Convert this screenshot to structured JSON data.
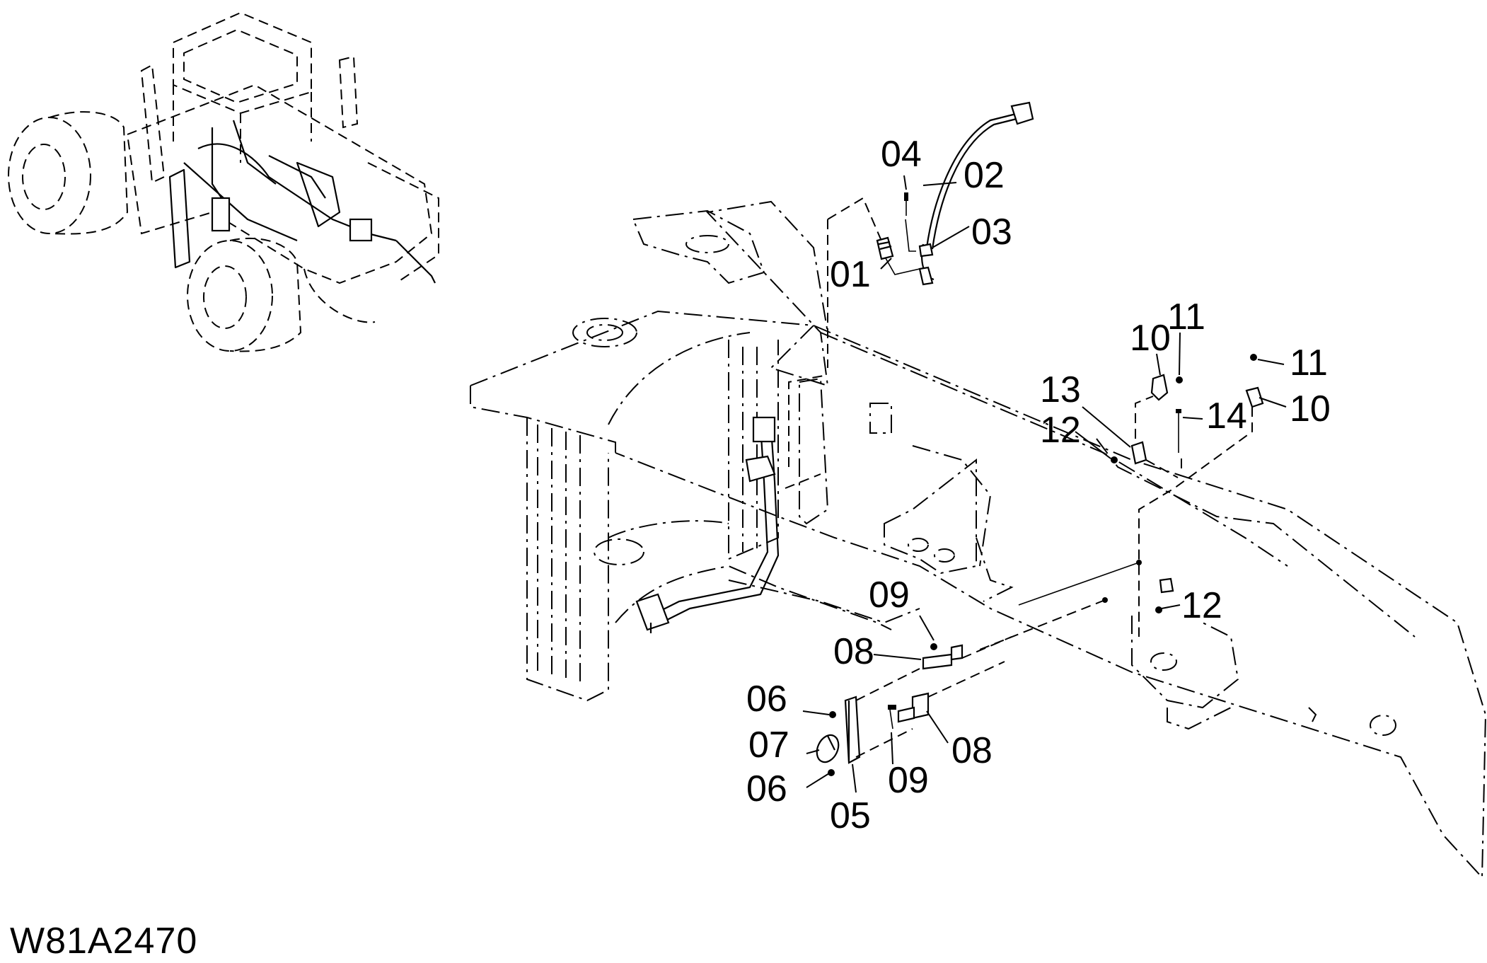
{
  "drawing_code": "W81A2470",
  "callouts": [
    {
      "id": "c01",
      "text": "01"
    },
    {
      "id": "c02",
      "text": "02"
    },
    {
      "id": "c03",
      "text": "03"
    },
    {
      "id": "c04",
      "text": "04"
    },
    {
      "id": "c05",
      "text": "05"
    },
    {
      "id": "c06a",
      "text": "06"
    },
    {
      "id": "c06b",
      "text": "06"
    },
    {
      "id": "c07",
      "text": "07"
    },
    {
      "id": "c08a",
      "text": "08"
    },
    {
      "id": "c08b",
      "text": "08"
    },
    {
      "id": "c09a",
      "text": "09"
    },
    {
      "id": "c09b",
      "text": "09"
    },
    {
      "id": "c10a",
      "text": "10"
    },
    {
      "id": "c10b",
      "text": "10"
    },
    {
      "id": "c11a",
      "text": "11"
    },
    {
      "id": "c11b",
      "text": "11"
    },
    {
      "id": "c12a",
      "text": "12"
    },
    {
      "id": "c12b",
      "text": "12"
    },
    {
      "id": "c13",
      "text": "13"
    },
    {
      "id": "c14",
      "text": "14"
    }
  ]
}
